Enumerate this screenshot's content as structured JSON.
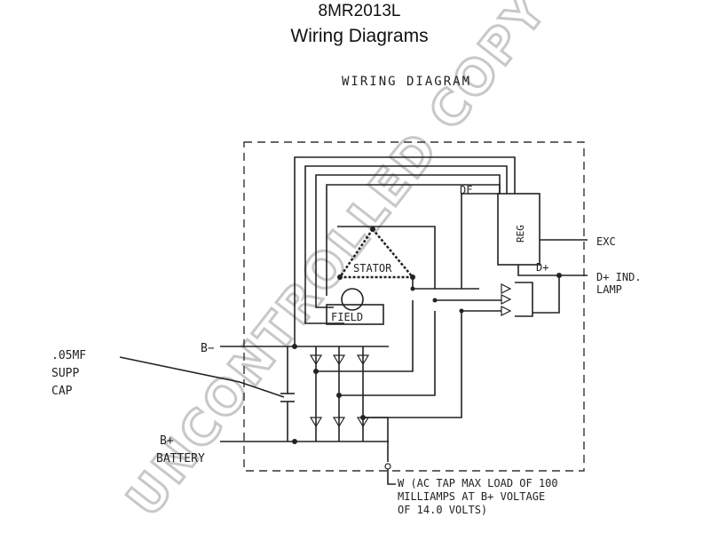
{
  "header": {
    "model": "8MR2013L",
    "subtitle": "Wiring Diagrams"
  },
  "diagram": {
    "heading": "WIRING DIAGRAM",
    "labels": {
      "df": "DF",
      "reg": "REG",
      "exc": "EXC",
      "d_plus": "D+",
      "d_plus_ind_1": "D+ IND.",
      "d_plus_ind_2": "LAMP",
      "stator": "STATOR",
      "field": "FIELD",
      "b_minus": "B−",
      "supp_cap_1": ".05MF",
      "supp_cap_2": "SUPP",
      "supp_cap_3": "CAP",
      "b_plus_1": "B+",
      "b_plus_2": "BATTERY",
      "w_note_1": "W (AC TAP MAX LOAD OF 100",
      "w_note_2": "MILLIAMPS AT B+ VOLTAGE",
      "w_note_3": "OF 14.0 VOLTS)"
    }
  },
  "watermark": "UNCONTROLLED COPY"
}
